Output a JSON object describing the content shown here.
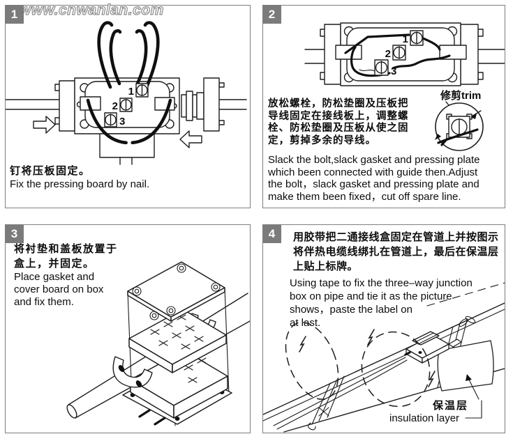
{
  "colors": {
    "ink": "#1c1c1c",
    "badge_bg": "#7b7b7b",
    "badge_fg": "#ffffff",
    "panel_border": "#7e7e7e",
    "watermark_outline": "#8f8f8f"
  },
  "watermark": "www.cnwanlan.com",
  "panels": [
    {
      "number": "1",
      "zh_lines": [
        "钉将压板固定。"
      ],
      "en_lines": [
        "Fix the pressing board by nail."
      ],
      "terminals": [
        "1",
        "2",
        "3"
      ]
    },
    {
      "number": "2",
      "zh_lines": [
        "放松螺栓，防松垫圈及压板把",
        "导线固定在接线板上，调整螺",
        "栓、防松垫圈及压板从使之固",
        "定，剪掉多余的导线。"
      ],
      "en_lines": [
        "Slack the bolt,slack gasket and pressing plate",
        "which been connected with guide then.Adjust",
        "the bolt，slack gasket and pressing plate and",
        "make them been fixed，cut off spare line."
      ],
      "terminals": [
        "1",
        "2",
        "3"
      ],
      "trim_label": "修剪trim"
    },
    {
      "number": "3",
      "zh_lines": [
        "将衬垫和盖板放置于",
        "盒上，并固定。"
      ],
      "en_lines": [
        "Place gasket and",
        "cover board on box",
        "and fix them."
      ]
    },
    {
      "number": "4",
      "zh_lines": [
        "用胶带把二通接线盒固定在管道上并按图示",
        "将伴热电缆线绑扎在管道上，最后在保温层",
        "上贴上标牌。"
      ],
      "en_lines": [
        "Using tape to fix the three–way junction",
        "box on pipe and tie it as the picture",
        "shows，paste the label on",
        "at last."
      ],
      "insulation_label_zh": "保温层",
      "insulation_label_en": "insulation layer"
    }
  ]
}
